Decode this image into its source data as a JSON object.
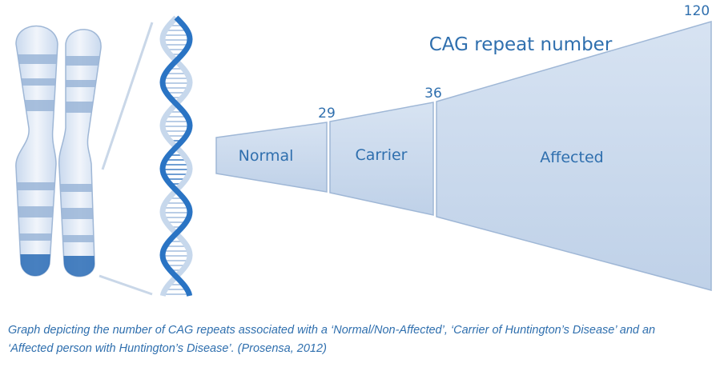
{
  "title": "CAG repeat number",
  "thresholds": [
    {
      "value": "29"
    },
    {
      "value": "36"
    },
    {
      "value": "120"
    }
  ],
  "segments": [
    {
      "label": "Normal"
    },
    {
      "label": "Carrier"
    },
    {
      "label": "Affected"
    }
  ],
  "caption": "Graph depicting the number of CAG repeats associated with a ‘Normal/Non-Affected’, ‘Carrier of Huntington’s Disease’ and an ‘Affected person with Huntington’s Disease’. (Prosensa, 2012)",
  "colors": {
    "segment_fill": "#cfdcee",
    "segment_stroke": "#9fb7d6",
    "label_text": "#2f6fae",
    "dna_dark": "#2a74c4",
    "dna_light": "#c7d8ec",
    "chromosome_fill": "#dde8f5",
    "chromosome_band": "#9ab6d8",
    "chromosome_tip": "#2a6bb5"
  },
  "icons": [
    "chromosome-icon",
    "dna-helix-icon"
  ]
}
